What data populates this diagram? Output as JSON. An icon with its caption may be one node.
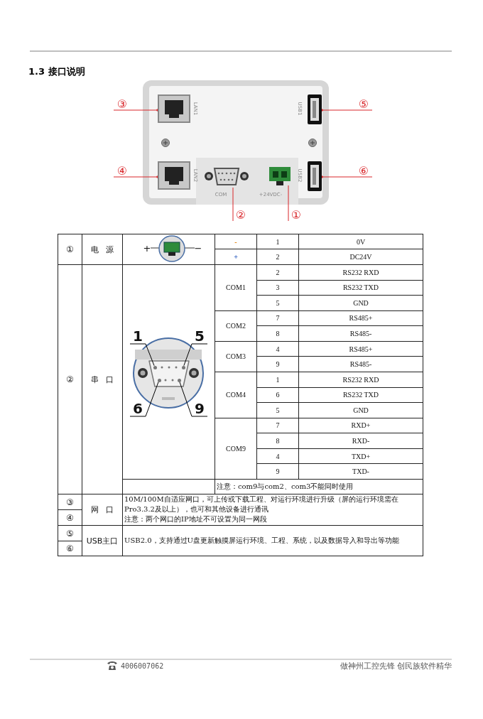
{
  "diagram": {
    "title": "1.3 接口说明",
    "nodes": [
      {
        "text": [
          "③"
        ]
      },
      {
        "text": [
          "⑤"
        ]
      },
      {
        "text": [
          "④"
        ]
      },
      {
        "text": [
          "⑥"
        ]
      },
      {
        "text": [
          "②"
        ]
      },
      {
        "text": [
          "①"
        ]
      },
      {
        "text": [],
        "shape": "box"
      },
      {
        "text": [],
        "shape": "box"
      },
      {
        "text": [],
        "shape": "box"
      },
      {
        "text": [],
        "shape": "box"
      },
      {
        "text": [],
        "shape": "box"
      },
      {
        "text": [],
        "shape": "box"
      },
      {
        "text": [
          "1"
        ]
      },
      {
        "text": [
          "5"
        ]
      },
      {
        "text": [
          "6"
        ]
      },
      {
        "text": [
          "9"
        ]
      },
      {
        "text": [],
        "shape": "circle"
      },
      {
        "text": [],
        "shape": "circle"
      },
      {
        "text": [],
        "shape": "circle"
      },
      {
        "text": [],
        "shape": "circle"
      }
    ],
    "edges": [
      {
        "from": 0,
        "to": 6,
        "arrow": "other"
      },
      {
        "from": 1,
        "to": 7,
        "arrow": "other"
      },
      {
        "from": 2,
        "to": 8,
        "arrow": "other"
      },
      {
        "from": 3,
        "to": 11,
        "arrow": "other"
      },
      {
        "from": 4,
        "to": 9,
        "arrow": "none"
      },
      {
        "from": 5,
        "to": 10,
        "arrow": "none"
      },
      {
        "from": 12,
        "to": 16,
        "arrow": "none",
        "color": "#000000"
      },
      {
        "from": 13,
        "to": 17,
        "arrow": "none",
        "color": "#000000"
      },
      {
        "from": 14,
        "to": 18,
        "arrow": "none",
        "color": "#000000"
      },
      {
        "from": 15,
        "to": 19,
        "arrow": "none",
        "color": "#000000"
      }
    ],
    "labels": [
      "LAN1",
      "USB1",
      "LAN2",
      "COM",
      "+24VDC-",
      "USB2",
      "①",
      "电 源",
      "+",
      "−",
      "-",
      "1",
      "0V",
      "+",
      "2",
      "DC24V",
      "②",
      "串 口",
      "COM1",
      "2",
      "RS232 RXD",
      "3",
      "RS232 TXD",
      "5",
      "GND",
      "COM2",
      "7",
      "RS485+",
      "8",
      "RS485-",
      "COM3",
      "4",
      "RS485+",
      "9",
      "RS485-",
      "COM4",
      "1",
      "RS232 RXD",
      "6",
      "RS232 TXD",
      "5",
      "GND",
      "COM9",
      "7",
      "RXD+",
      "8",
      "RXD-",
      "4",
      "TXD+",
      "9",
      "TXD-",
      "注意：com9与com2、com3不能同时使用",
      "③",
      "网 口",
      "10M/100M自适应网口，可上传或下载工程、对运行环境进行升级（屏的运行环境需在Pro3.3.2及以上），也可和其他设备进行通讯",
      "④",
      "注意：两个网口的IP地址不可设置为同一网段",
      "⑤",
      "USB主口",
      "USB2.0，支持通过U盘更新触摸屏运行环境、工程、系统，以及数据导入和导出等功能",
      "⑥",
      "4006007062",
      "做神州工控先锋 创民族软件精华"
    ]
  }
}
